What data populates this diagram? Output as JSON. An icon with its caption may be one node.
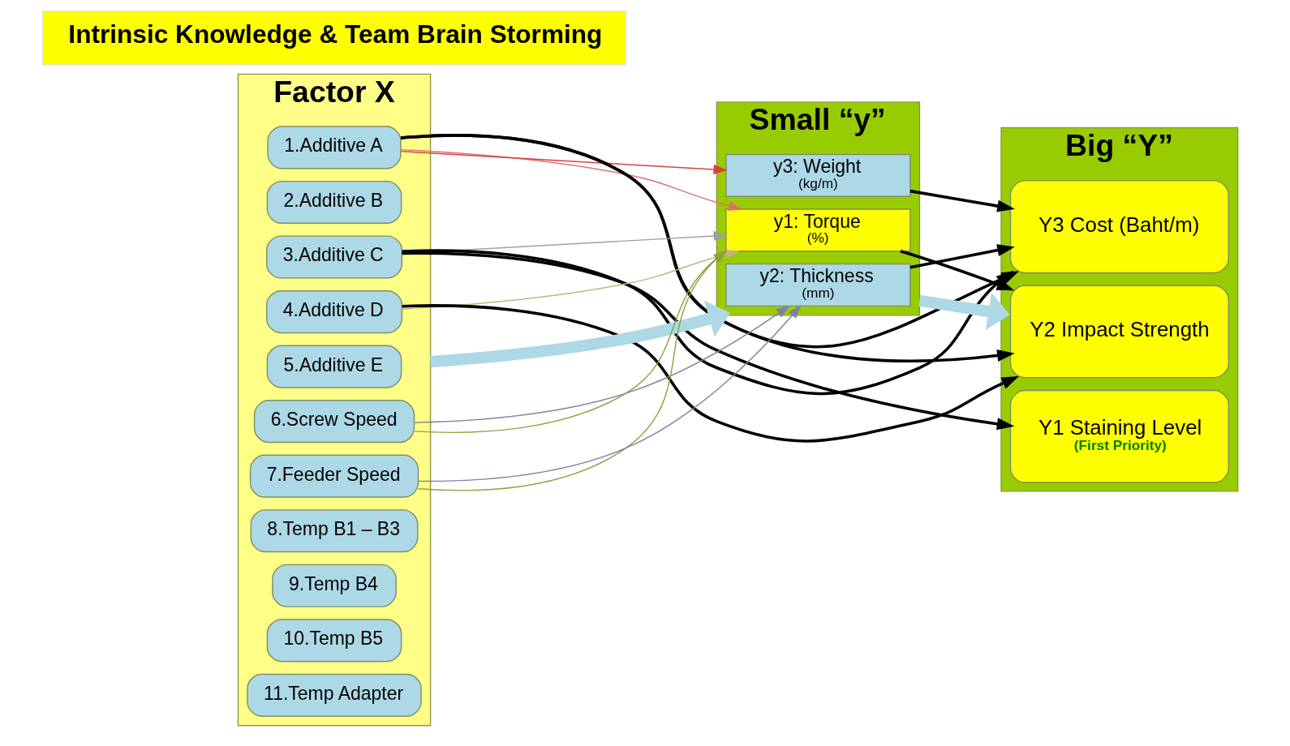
{
  "diagram": {
    "nodes": [
      {
        "text": [
          "Factor X"
        ]
      },
      {
        "text": [
          "1.Additive A"
        ],
        "in": 0
      },
      {
        "text": [
          "2.Additive B"
        ],
        "in": 0
      },
      {
        "text": [
          "3.Additive C"
        ],
        "in": 0
      },
      {
        "text": [
          "4.Additive D"
        ],
        "in": 0
      },
      {
        "text": [
          "5.Additive E"
        ],
        "in": 0
      },
      {
        "text": [
          "6.Screw Speed"
        ],
        "in": 0
      },
      {
        "text": [
          "7.Feeder Speed"
        ],
        "in": 0
      },
      {
        "text": [
          "8.Temp B1 – B3"
        ],
        "in": 0
      },
      {
        "text": [
          "9.Temp B4"
        ],
        "in": 0
      },
      {
        "text": [
          "10.Temp B5"
        ],
        "in": 0
      },
      {
        "text": [
          "11.Temp Adapter"
        ],
        "in": 0
      },
      {
        "text": [
          "Small “y”"
        ]
      },
      {
        "text": [
          "y1: Torque",
          "(%)"
        ],
        "in": 12
      },
      {
        "text": [
          "y2: Thickness",
          "(mm)"
        ],
        "in": 12
      },
      {
        "text": [
          "y3: Weight",
          "(kg/m)"
        ],
        "in": 12
      },
      {
        "text": [
          "Big “Y”"
        ]
      },
      {
        "text": [
          "Y1 Staining Level",
          "(First Priority)"
        ],
        "in": 16
      },
      {
        "text": [
          "Y2 Impact Strength"
        ],
        "in": 16
      },
      {
        "text": [
          "Y3 Cost (Baht/m)"
        ],
        "in": 16
      },
      {
        "text": [
          "Intrinsic Knowledge & Team Brain Storming"
        ]
      }
    ],
    "edges": [
      {
        "from": 0,
        "to": 12,
        "arrow": "to",
        "style": "thick",
        "color": "#add8e6"
      },
      {
        "from": 12,
        "to": 16,
        "arrow": "to",
        "style": "thick",
        "color": "#add8e6"
      },
      {
        "from": 1,
        "to": 13,
        "arrow": "to",
        "color": "#e07070"
      },
      {
        "from": 1,
        "to": 15,
        "arrow": "to",
        "color": "#d94040"
      },
      {
        "from": 3,
        "to": 13,
        "arrow": "to",
        "color": "#a0a0a0"
      },
      {
        "from": 4,
        "to": 13,
        "arrow": "to",
        "color": "#c8b080"
      },
      {
        "from": 6,
        "to": 13,
        "arrow": "to",
        "color": "#90a040"
      },
      {
        "from": 7,
        "to": 13,
        "arrow": "to",
        "color": "#90a040"
      },
      {
        "from": 6,
        "to": 14,
        "arrow": "to",
        "color": "#8080a0"
      },
      {
        "from": 7,
        "to": 14,
        "arrow": "to",
        "color": "#8080a0"
      },
      {
        "from": 1,
        "to": 18,
        "arrow": "to"
      },
      {
        "from": 1,
        "to": 19,
        "arrow": "to"
      },
      {
        "from": 3,
        "to": 17,
        "arrow": "to"
      },
      {
        "from": 3,
        "to": 19,
        "arrow": "to"
      },
      {
        "from": 4,
        "to": 18,
        "arrow": "to"
      },
      {
        "from": 13,
        "to": 18,
        "arrow": "to"
      },
      {
        "from": 14,
        "to": 19,
        "arrow": "to"
      },
      {
        "from": 15,
        "to": 19,
        "arrow": "to"
      }
    ]
  }
}
